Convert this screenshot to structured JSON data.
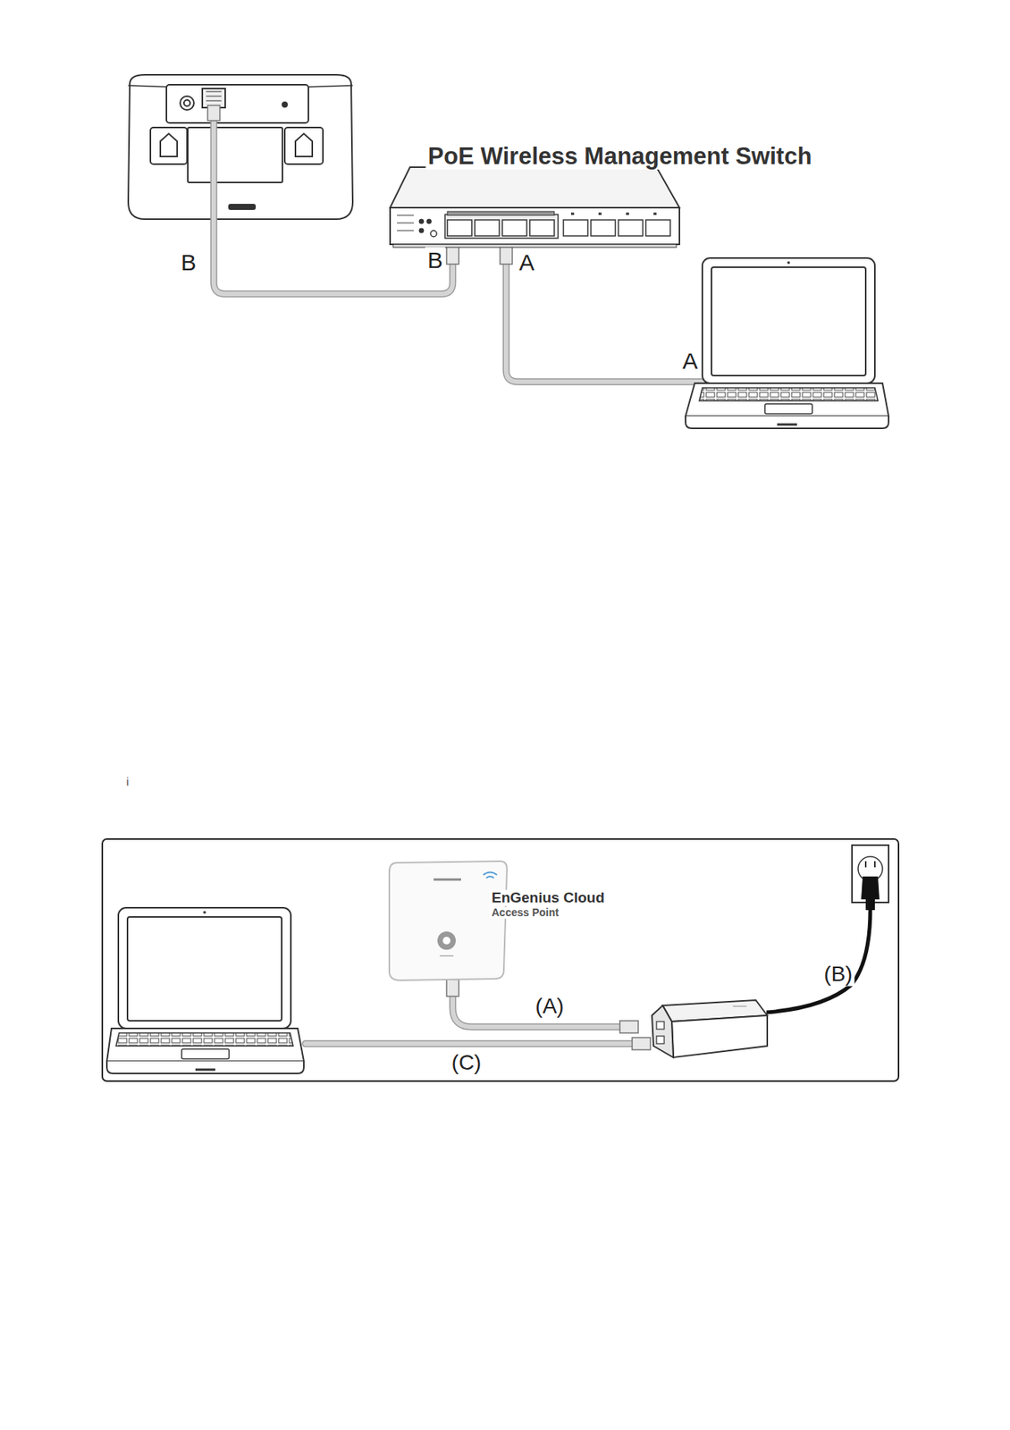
{
  "diagram": {
    "labels": [
      "PoE Wireless Management Switch",
      "B",
      "B",
      "A",
      "A",
      "i",
      "EnGenius Cloud",
      "Access Point",
      "(A)",
      "(B)",
      "(C)"
    ]
  }
}
